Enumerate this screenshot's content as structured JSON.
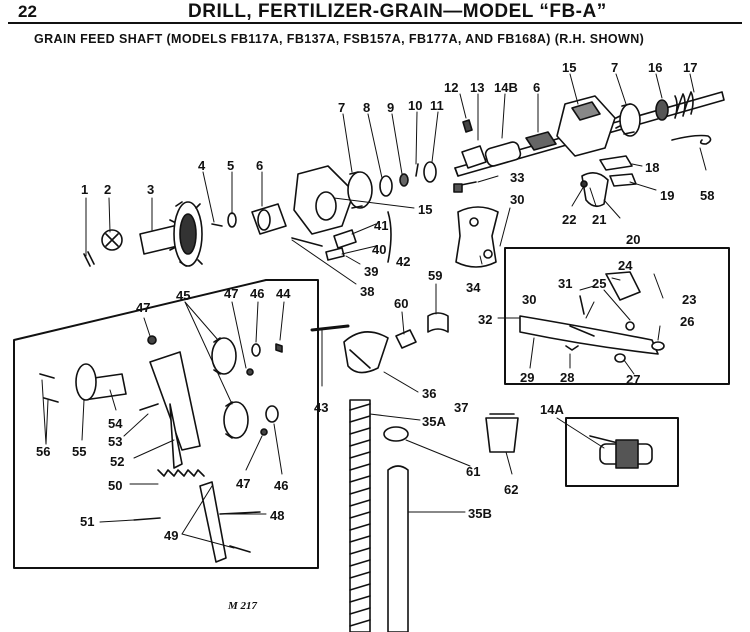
{
  "header": {
    "page_number": "22",
    "title": "DRILL, FERTILIZER-GRAIN—MODEL “FB-A”"
  },
  "subtitle": "GRAIN FEED SHAFT (MODELS FB117A, FB137A, FSB157A, FB177A, AND FB168A) (R.H. SHOWN)",
  "diagram": {
    "labels": {
      "p1": "1",
      "p2": "2",
      "p3": "3",
      "p4": "4",
      "p5": "5",
      "p6": "6",
      "p7": "7",
      "p8": "8",
      "p9": "9",
      "p10": "10",
      "p11": "11",
      "p12": "12",
      "p13": "13",
      "p14B": "14B",
      "p6b": "6",
      "p15": "15",
      "p7b": "7",
      "p16": "16",
      "p17": "17",
      "p18": "18",
      "p19": "19",
      "p58": "58",
      "p20": "20",
      "p21": "21",
      "p22": "22",
      "p33": "33",
      "p15b": "15",
      "p41": "41",
      "p40": "40",
      "p39": "39",
      "p42": "42",
      "p38": "38",
      "p30": "30",
      "p34": "34",
      "p59": "59",
      "p60": "60",
      "p43": "43",
      "p36": "36",
      "p37": "37",
      "p35A": "35A",
      "p61": "61",
      "p35B": "35B",
      "p62": "62",
      "p14A": "14A",
      "p24": "24",
      "p31": "31",
      "p25": "25",
      "p23": "23",
      "p30b": "30",
      "p26": "26",
      "p32": "32",
      "p29": "29",
      "p28": "28",
      "p27": "27",
      "p47": "47",
      "p45": "45",
      "p47b": "47",
      "p46": "46",
      "p44": "44",
      "p54": "54",
      "p53": "53",
      "p56": "56",
      "p55": "55",
      "p52": "52",
      "p47c": "47",
      "p46b": "46",
      "p50": "50",
      "p51": "51",
      "p48": "48",
      "p49": "49"
    },
    "figure_ref": "M 217"
  }
}
